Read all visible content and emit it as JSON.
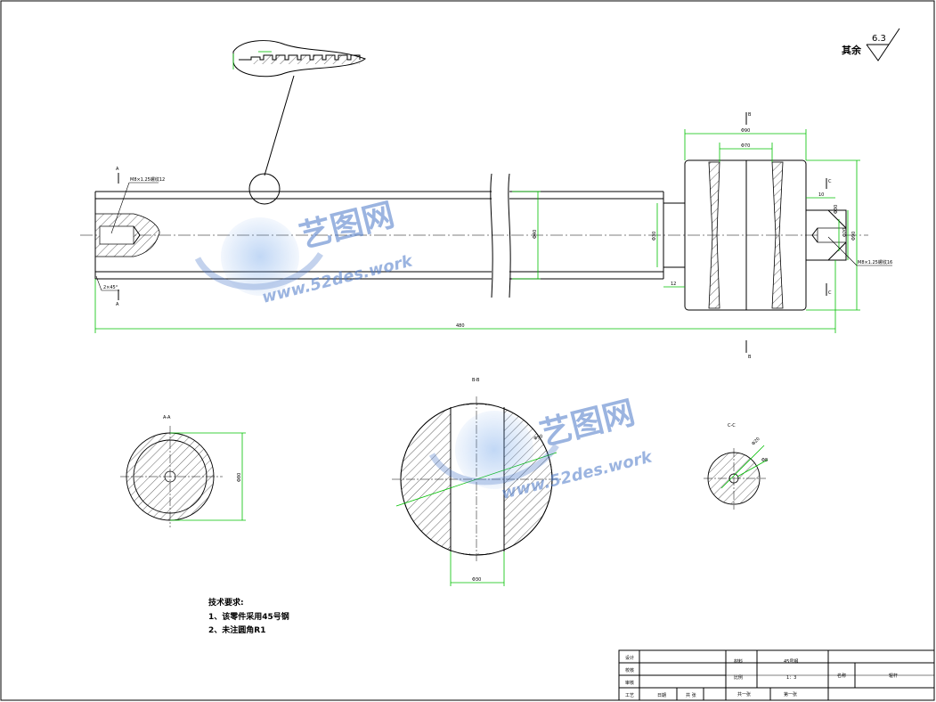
{
  "roughness": {
    "label": "其余",
    "value": "6.3"
  },
  "section_labels": {
    "aa": "A-A",
    "bb": "B-B",
    "cc": "C-C"
  },
  "cut_marks": {
    "a": "A",
    "b": "B",
    "c": "C"
  },
  "dimensions": {
    "overall_length": "480",
    "shaft_dia": "Φ40",
    "step_dia": "Φ30",
    "roller_length": "Φ90",
    "roller_inner": "Φ70",
    "step_12": "12",
    "end_10": "10",
    "end_dia_a": "Φ20",
    "end_dia_b": "Φ30",
    "roller_dia": "Φ90",
    "thread_left": "M8×1.25螺纹12",
    "thread_right": "M8×1.25螺纹16",
    "chamfer": "2×45°",
    "aa_dia": "Φ80",
    "bb_width": "Φ30",
    "bb_diag": "Φ90",
    "cc_a": "Φ20",
    "cc_b": "Φ8"
  },
  "tech_requirements": {
    "title": "技术要求:",
    "items": [
      "1、该零件采用45号钢",
      "2、未注圆角R1"
    ]
  },
  "title_block": {
    "design": "设计",
    "check": "校核",
    "review": "审核",
    "craft": "工艺",
    "date": "日期",
    "sign": "共 张",
    "material_label": "材料",
    "material_value": "45号钢",
    "scale_label": "比例",
    "scale_value": "1：3",
    "part_label": "名称",
    "part_value": "辊杆",
    "sheets_total": "共一张",
    "sheet_no": "第一张"
  },
  "watermark": {
    "brand": "艺图网",
    "url": "www.52des.work"
  }
}
